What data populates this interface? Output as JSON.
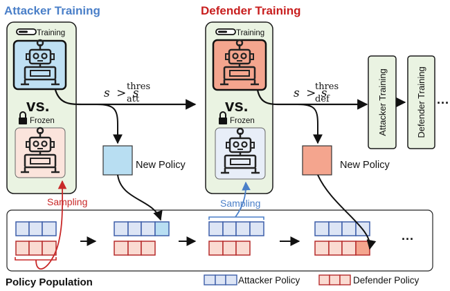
{
  "headers": {
    "attacker_training": "Attacker Training",
    "defender_training": "Defender Training"
  },
  "panels": {
    "training_label": "Training",
    "frozen_label": "Frozen",
    "vs_label": "vs."
  },
  "conditions": {
    "attacker": {
      "s": "s",
      "gt": ">",
      "base": "s",
      "sup": "thres",
      "sub": "att"
    },
    "defender": {
      "s": "s",
      "gt": ">",
      "base": "s",
      "sup": "thres",
      "sub": "def"
    }
  },
  "new_policy_label": "New Policy",
  "sampling_label": "Sampling",
  "next_stages": [
    "Attacker Training",
    "Defender Training"
  ],
  "ellipsis": "···",
  "population_title": "Policy Population",
  "legend": {
    "attacker_policy": "Attacker Policy",
    "defender_policy": "Defender Policy"
  },
  "colors": {
    "attacker_header": "#4a7fc8",
    "defender_header": "#c81e1e",
    "panel_fill": "#eaf3e2",
    "panel_stroke": "#1a1a1a",
    "attacker_policy_fill": "#b8def2",
    "defender_policy_fill": "#f4a58e",
    "attacker_cell": "#dde5f5",
    "attacker_cell_stroke": "#3c5da8",
    "defender_cell": "#fadbd2",
    "defender_cell_stroke": "#b52a2a",
    "sampling_red": "#c82828",
    "sampling_blue": "#4a7fc8"
  },
  "icons": [
    "toggle-icon",
    "robot-icon",
    "lock-icon",
    "arrow-icon"
  ]
}
